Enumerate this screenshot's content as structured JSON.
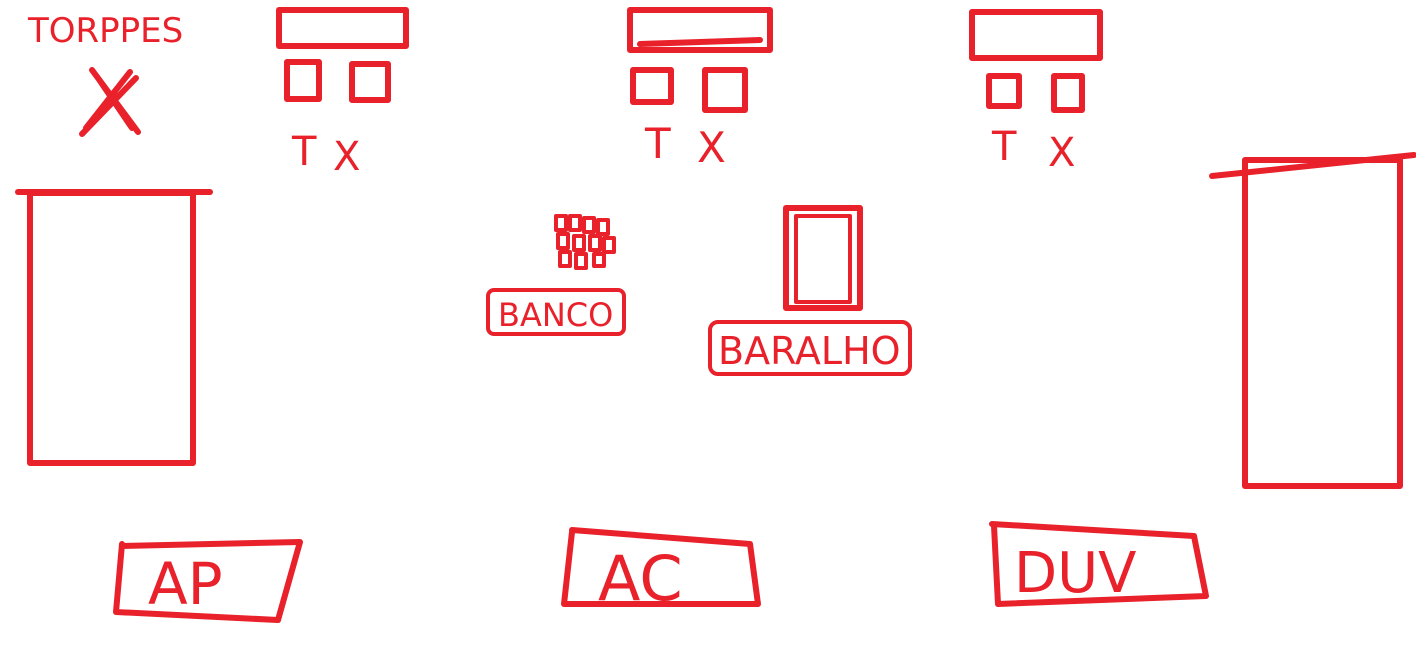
{
  "colors": {
    "ink": "#e8212b",
    "background": "#ffffff"
  },
  "labels": {
    "torpedoes": "TORPPES",
    "player_markers": [
      "T",
      "X"
    ],
    "bank": "BANCO",
    "deck": "BARALHO",
    "ap": "AP",
    "ac": "AC",
    "duv": "DUV"
  },
  "icons": {
    "cross": "x-icon",
    "coins": "coin-stack-icon"
  }
}
